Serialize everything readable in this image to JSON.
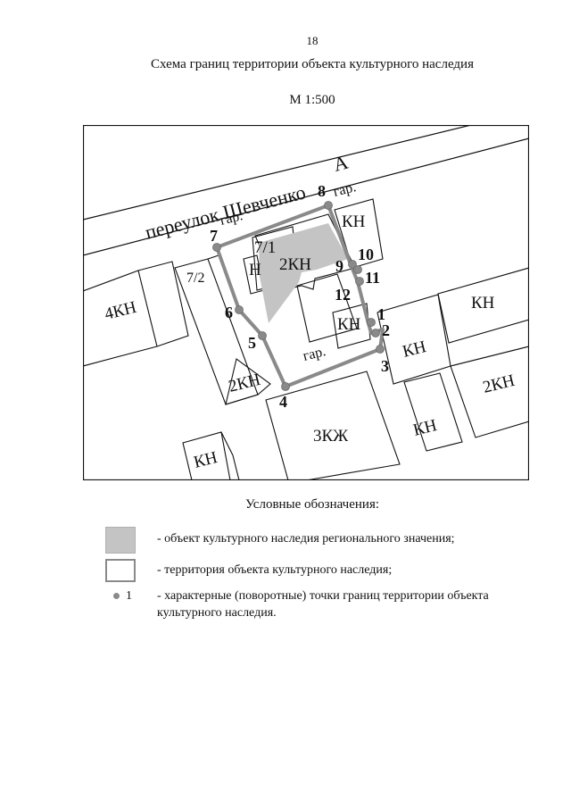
{
  "page": {
    "number": "18",
    "title": "Схема границ территории объекта культурного наследия",
    "scale": "М 1:500"
  },
  "map": {
    "street_label": "переулок Шевченко",
    "street_letter": "А",
    "building_labels": {
      "b4kn": "4КН",
      "b7_2": "7/2",
      "b7_1": "7/1",
      "n": "Н",
      "b2kn_main": "2КН",
      "kn_top": "КН",
      "kn_mid": "КН",
      "kn_right_top": "КН",
      "kn_right": "КН",
      "b2kn_right": "2КН",
      "kn_bottom_right": "КН",
      "b3kzh": "3КЖ",
      "kn_bottom_left": "КН",
      "b2kn_left": "2КН",
      "gar_top": "гар.",
      "gar_left": "гар.",
      "gar_bottom": "гар."
    },
    "turning_points": [
      "1",
      "2",
      "3",
      "4",
      "5",
      "6",
      "7",
      "8",
      "9",
      "10",
      "11",
      "12"
    ]
  },
  "colors": {
    "heritage_fill": "#c4c4c4",
    "boundary_stroke": "#8a8a8a",
    "line": "#111111"
  },
  "legend": {
    "title": "Условные обозначения:",
    "items": [
      {
        "text": "- объект культурного наследия регионального значения;"
      },
      {
        "text": "- территория объекта культурного наследия;"
      },
      {
        "marker_label": "1",
        "text_line1": "- характерные (поворотные) точки границ территории объекта",
        "text_line2": "культурного наследия."
      }
    ]
  }
}
